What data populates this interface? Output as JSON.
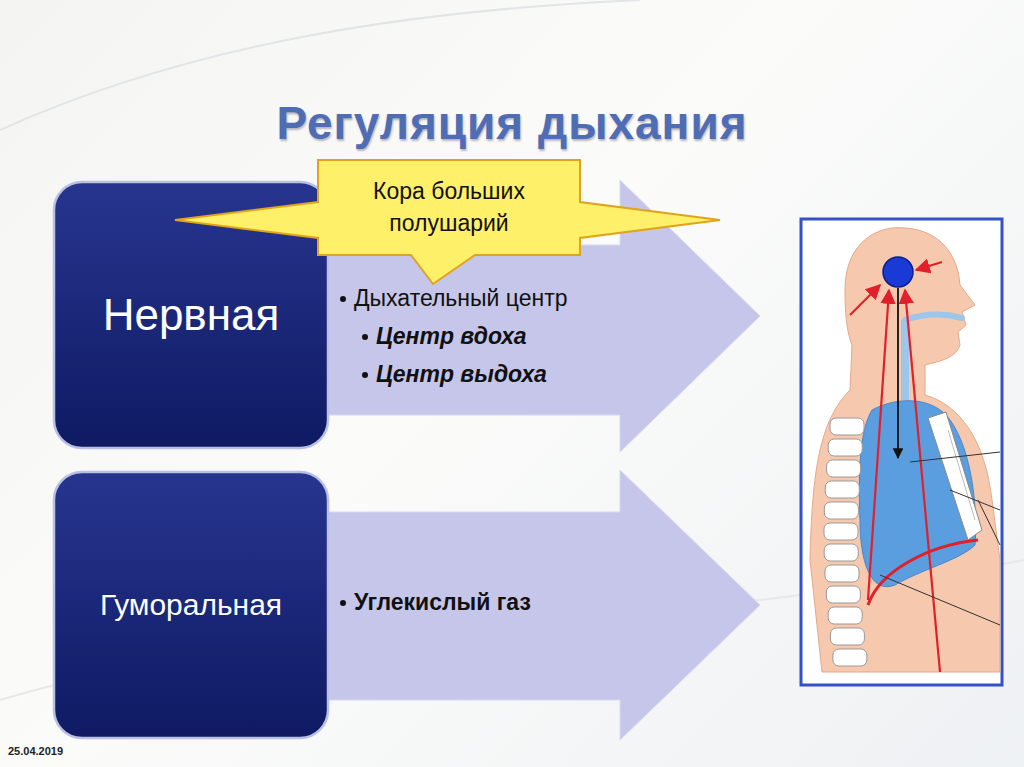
{
  "diagram": {
    "title": "Регуляция дыхания",
    "nodes": [
      {
        "text": [
          "Нервная"
        ]
      },
      {
        "text": [
          "Дыхательный центр",
          "Центр вдоха",
          "Центр выдоха"
        ]
      },
      {
        "text": [
          "Кора больших полушарий"
        ]
      },
      {
        "text": [
          "Гуморальная"
        ]
      },
      {
        "text": [
          "Углекислый газ"
        ]
      }
    ],
    "labels": [
      "25.04.2019"
    ]
  }
}
